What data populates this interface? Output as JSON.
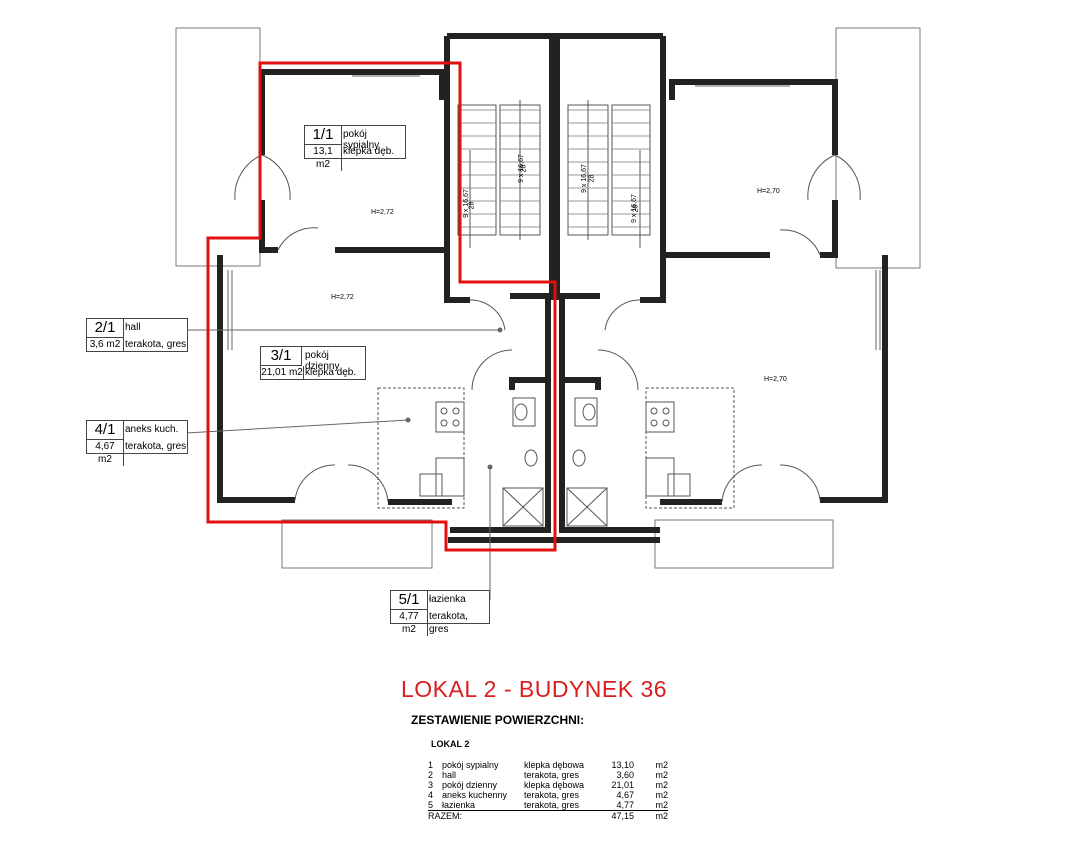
{
  "rooms": [
    {
      "number": "1/1",
      "name": "pokój sypialny",
      "area": "13,1 m2",
      "finish": "klepka dęb."
    },
    {
      "number": "2/1",
      "name": "hall",
      "area": "3,6 m2",
      "finish": "terakota, gres"
    },
    {
      "number": "3/1",
      "name": "pokój dzienny",
      "area": "21,01 m2",
      "finish": "klepka dęb."
    },
    {
      "number": "4/1",
      "name": "aneks kuch.",
      "area": "4,67 m2",
      "finish": "terakota, gres"
    },
    {
      "number": "5/1",
      "name": "łazienka",
      "area": "4,77 m2",
      "finish": "terakota, gres"
    }
  ],
  "heights": {
    "bedroom_left": "H=2,72",
    "living_left": "H=2,72",
    "bedroom_right": "H=2,70",
    "living_right": "H=2,70"
  },
  "stairs": {
    "label_left_a": "9 x 16,67",
    "label_left_a2": "28",
    "label_left_b": "9 x 16,67",
    "label_left_b2": "28",
    "label_right_a": "9 x 16,67",
    "label_right_a2": "28",
    "label_right_b": "9 x 16,67",
    "label_right_b2": "28"
  },
  "title": "LOKAL 2 - BUDYNEK 36",
  "title_color": "#d81e1e",
  "outline_color": "#e01010",
  "subtitle": "ZESTAWIENIE POWIERZCHNI:",
  "summary": {
    "heading": "LOKAL 2",
    "rows": [
      {
        "no": "1",
        "room": "pokój sypialny",
        "finish": "klepka dębowa",
        "area": "13,10",
        "unit": "m2"
      },
      {
        "no": "2",
        "room": "hall",
        "finish": "terakota, gres",
        "area": "3,60",
        "unit": "m2"
      },
      {
        "no": "3",
        "room": "pokój dzienny",
        "finish": "klepka dębowa",
        "area": "21,01",
        "unit": "m2"
      },
      {
        "no": "4",
        "room": "aneks kuchenny",
        "finish": "terakota, gres",
        "area": "4,67",
        "unit": "m2"
      },
      {
        "no": "5",
        "room": "łazienka",
        "finish": "terakota, gres",
        "area": "4,77",
        "unit": "m2"
      }
    ],
    "total_label": "RAZEM:",
    "total_area": "47,15",
    "total_unit": "m2"
  }
}
